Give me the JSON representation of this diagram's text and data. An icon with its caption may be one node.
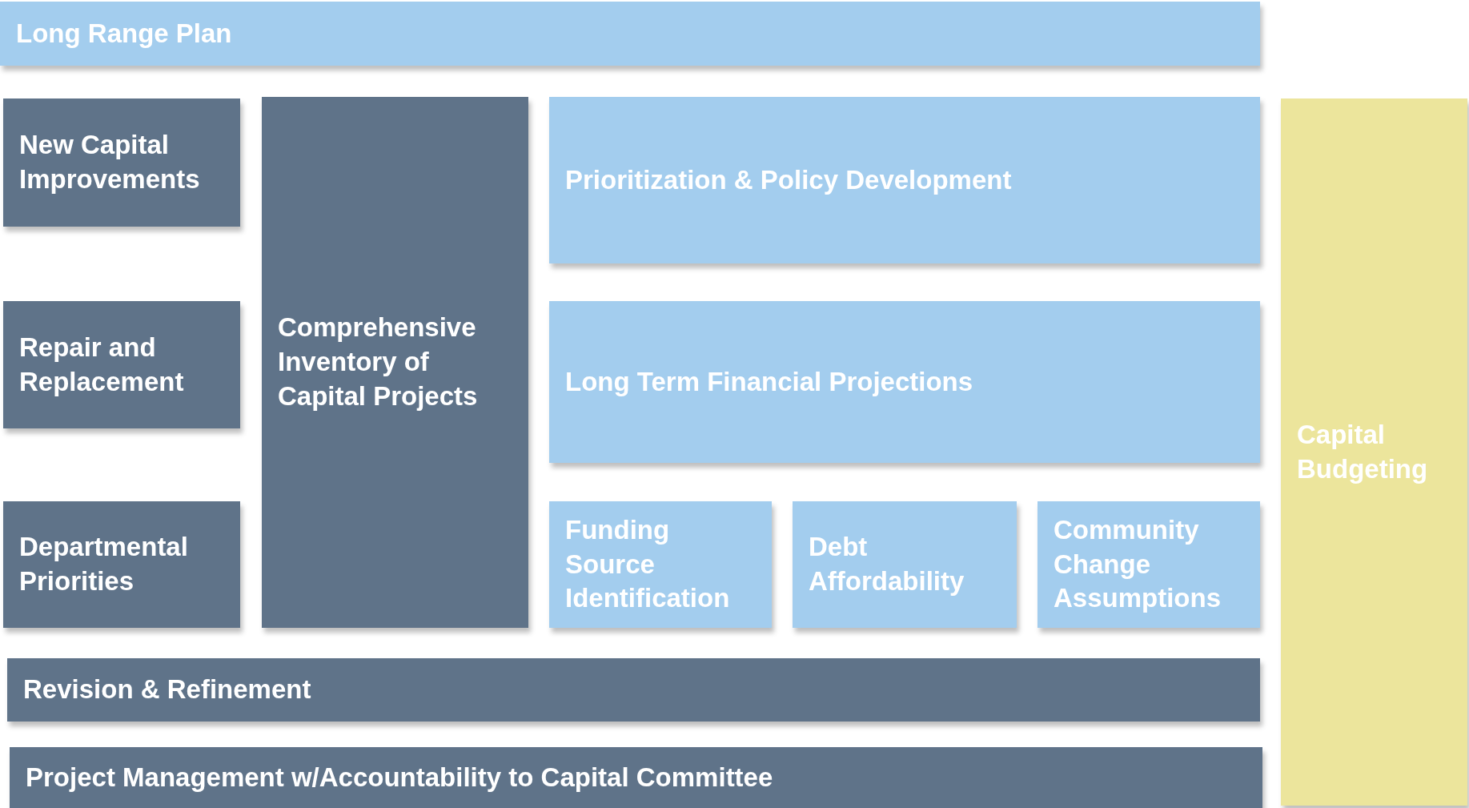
{
  "diagram": {
    "nodes": [
      {
        "text": [
          "Long Range Plan"
        ]
      },
      {
        "text": [
          "New Capital Improvements"
        ]
      },
      {
        "text": [
          "Comprehensive Inventory of Capital Projects"
        ]
      },
      {
        "text": [
          "Prioritization & Policy Development"
        ]
      },
      {
        "text": [
          "Capital Budgeting"
        ]
      },
      {
        "text": [
          "Repair and Replacement"
        ]
      },
      {
        "text": [
          "Long Term Financial Projections"
        ]
      },
      {
        "text": [
          "Departmental Priorities"
        ]
      },
      {
        "text": [
          "Funding Source Identification"
        ]
      },
      {
        "text": [
          "Debt Affordability"
        ]
      },
      {
        "text": [
          "Community Change Assumptions"
        ]
      },
      {
        "text": [
          "Revision & Refinement"
        ]
      },
      {
        "text": [
          "Project Management w/Accountability to Capital Committee"
        ]
      }
    ]
  }
}
